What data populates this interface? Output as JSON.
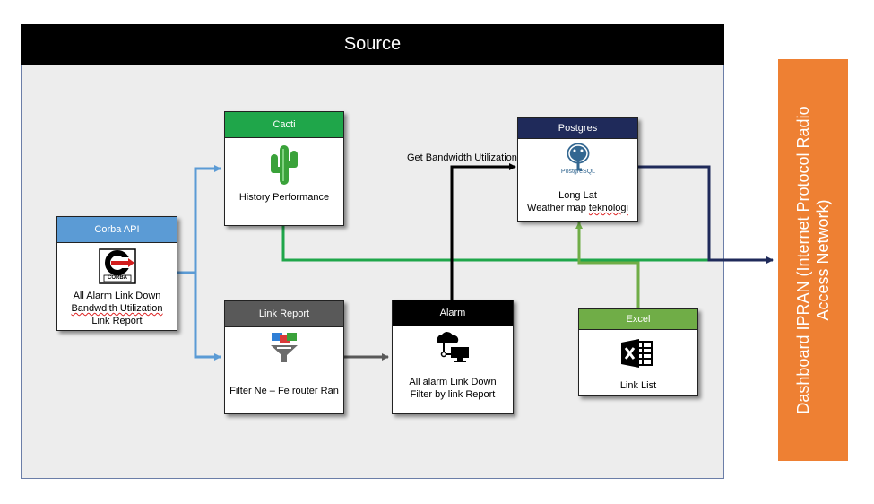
{
  "source": {
    "title": "Source"
  },
  "corba": {
    "header": "Corba API",
    "logo_text": "CORBA",
    "lines": [
      "All Alarm Link Down",
      "Bandwdith Utilization",
      "Link Report"
    ]
  },
  "cacti": {
    "header": "Cacti",
    "text": "History Performance"
  },
  "link_report": {
    "header": "Link Report",
    "text": "Filter Ne – Fe router Ran"
  },
  "alarm": {
    "header": "Alarm",
    "lines": [
      "All alarm Link Down",
      "Filter by link Report"
    ]
  },
  "postgres": {
    "header": "Postgres",
    "logo_text": "PostgreSQL",
    "line1": "Long Lat",
    "line2_a": "Weather map ",
    "line2_b": "teknologi"
  },
  "excel": {
    "header": "Excel",
    "text": "Link List"
  },
  "edge_labels": {
    "get_bandwidth": "Get Bandwidth Utilization"
  },
  "dashboard": {
    "line1": "Dashboard IPRAN (Internet Protocol Radio",
    "line2": "Access Network)"
  },
  "colors": {
    "cacti_header": "#1fa64a",
    "corba_header": "#5b9bd5",
    "link_report_header": "#595959",
    "alarm_header": "#000000",
    "postgres_header": "#1f2a5a",
    "excel_header": "#70ad47",
    "dashboard": "#ee8033",
    "edge_blue": "#5b9bd5",
    "edge_green": "#1fa64a",
    "edge_navy": "#1f2a5a",
    "edge_gray": "#595959",
    "edge_lightgreen": "#70ad47"
  }
}
